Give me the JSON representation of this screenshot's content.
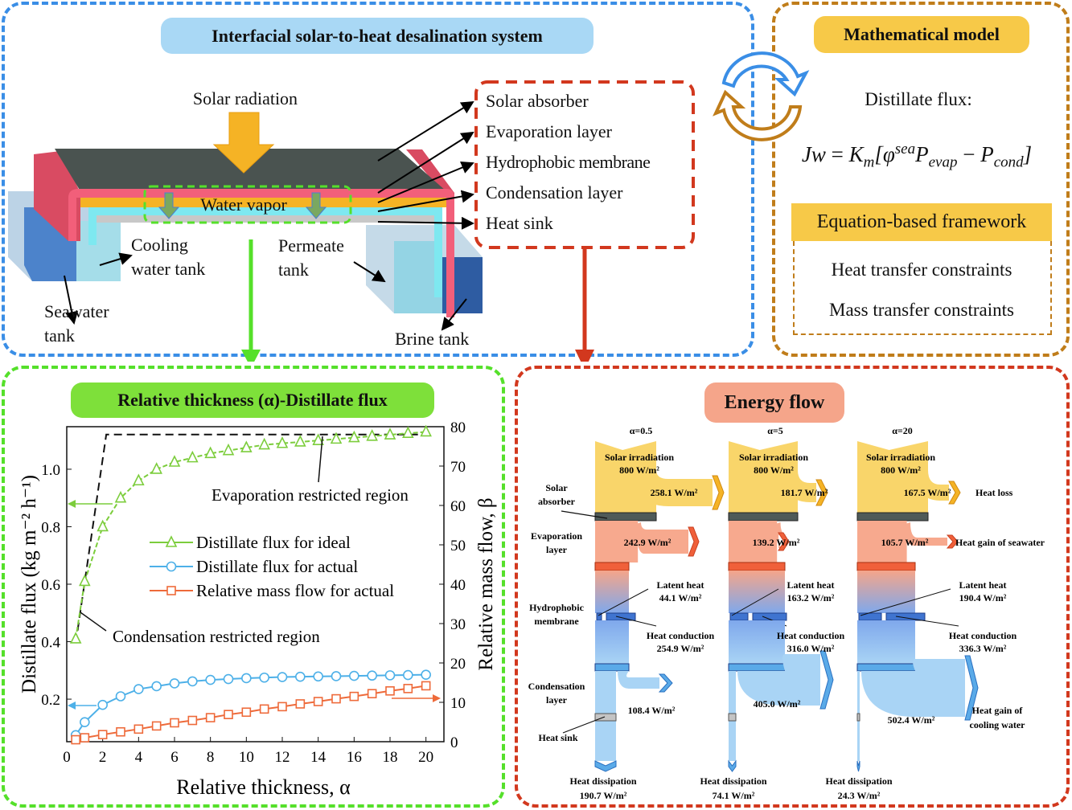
{
  "system": {
    "title": "Interfacial solar-to-heat desalination system",
    "solar_radiation": "Solar radiation",
    "water_vapor": "Water vapor",
    "cooling_tank": [
      "Cooling",
      "water tank"
    ],
    "seawater_tank": [
      "Seawater",
      "tank"
    ],
    "permeate_tank": [
      "Permeate",
      "tank"
    ],
    "brine_tank": "Brine tank",
    "layers": [
      "Solar absorber",
      "Evaporation layer",
      "Hydrophobic membrane",
      "Condensation layer",
      "Heat sink"
    ]
  },
  "model": {
    "title": "Mathematical model",
    "flux_label": "Distillate flux:",
    "equation": {
      "lhs": "Jw",
      "eq": "=",
      "K": "K",
      "K_sub": "m",
      "phi": "[φ",
      "phi_sup": "sea",
      "P1": "P",
      "P1_sub": "evap",
      "minus": "−",
      "P2": "P",
      "P2_sub": "cond",
      "close": "]"
    },
    "framework_title": "Equation-based framework",
    "constraints": [
      "Heat transfer constraints",
      "Mass transfer constraints"
    ]
  },
  "chart_panel": {
    "title": "Relative thickness (α)-Distillate flux"
  },
  "chart_data": {
    "type": "line",
    "xlabel": "Relative thickness, α",
    "ylabel": "Distillate flux (kg m⁻² h⁻¹)",
    "y2label": "Relative mass flow, β",
    "xlim": [
      0,
      21
    ],
    "ylim": [
      0.052,
      1.148
    ],
    "y2lim": [
      0,
      80
    ],
    "xticks": [
      "0",
      "2",
      "4",
      "6",
      "8",
      "10",
      "12",
      "14",
      "16",
      "18",
      "20"
    ],
    "yticks": [
      "0.2",
      "0.4",
      "0.6",
      "0.8",
      "1.0"
    ],
    "y2ticks": [
      "0",
      "10",
      "20",
      "30",
      "40",
      "50",
      "60",
      "70",
      "80"
    ],
    "x": [
      0.5,
      1,
      2,
      3,
      4,
      5,
      6,
      7,
      8,
      9,
      10,
      11,
      12,
      13,
      14,
      15,
      16,
      17,
      18,
      19,
      20
    ],
    "series": [
      {
        "name": "Distillate flux for ideal",
        "axis": "left",
        "marker": "triangle",
        "color": "#7ccd3c",
        "values": [
          0.41,
          0.61,
          0.8,
          0.9,
          0.96,
          1.0,
          1.025,
          1.04,
          1.055,
          1.065,
          1.075,
          1.085,
          1.09,
          1.095,
          1.1,
          1.105,
          1.11,
          1.115,
          1.12,
          1.125,
          1.13
        ]
      },
      {
        "name": "Distillate flux for actual",
        "axis": "left",
        "marker": "circle",
        "color": "#4db0e8",
        "values": [
          0.075,
          0.12,
          0.18,
          0.21,
          0.235,
          0.245,
          0.255,
          0.262,
          0.267,
          0.27,
          0.273,
          0.275,
          0.277,
          0.278,
          0.279,
          0.28,
          0.281,
          0.282,
          0.283,
          0.284,
          0.285
        ]
      },
      {
        "name": "Relative mass flow for actual",
        "axis": "right",
        "marker": "square",
        "color": "#ee6a3a",
        "values": [
          0.5,
          1,
          1.8,
          2.5,
          3.2,
          4,
          4.8,
          5.4,
          6.1,
          6.9,
          7.5,
          8.3,
          8.9,
          9.6,
          10.2,
          10.9,
          11.5,
          12.2,
          12.9,
          13.5,
          14.2
        ]
      }
    ],
    "boundary": {
      "axis": "right",
      "x": [
        0.5,
        2.2,
        20
      ],
      "values": [
        25,
        78,
        78
      ]
    },
    "annotations": [
      "Evaporation restricted region",
      "Condensation restricted region"
    ],
    "legend": "center"
  },
  "energy": {
    "title": "Energy flow",
    "left_labels": {
      "absorber": [
        "Solar",
        "absorber"
      ],
      "evap": [
        "Evaporation",
        "layer"
      ],
      "membrane": [
        "Hydrophobic",
        "membrane"
      ],
      "cond": [
        "Condensation",
        "layer"
      ],
      "sink": "Heat sink"
    },
    "right_labels": {
      "loss": "Heat loss",
      "seawater": "Heat gain of seawater",
      "cooling": [
        "Heat gain of",
        "cooling water"
      ]
    },
    "solar_label": "Solar irradiation",
    "latent_label": "Latent heat",
    "conduction_label": "Heat conduction",
    "dissipation_label": "Heat dissipation",
    "columns": [
      {
        "alpha": "α=0.5",
        "solar": "800 W/m²",
        "loss": "258.1 W/m²",
        "seawater": "242.9 W/m²",
        "latent": "44.1 W/m²",
        "conduction": "254.9 W/m²",
        "cooling": "108.4 W/m²",
        "dissipation": "190.7 W/m²"
      },
      {
        "alpha": "α=5",
        "solar": "800 W/m²",
        "loss": "181.7 W/m²",
        "seawater": "139.2 W/m²",
        "latent": "163.2 W/m²",
        "conduction": "316.0 W/m²",
        "cooling": "405.0 W/m²",
        "dissipation": "74.1 W/m²"
      },
      {
        "alpha": "α=20",
        "solar": "800 W/m²",
        "loss": "167.5 W/m²",
        "seawater": "105.7 W/m²",
        "latent": "190.4 W/m²",
        "conduction": "336.3 W/m²",
        "cooling": "502.4 W/m²",
        "dissipation": "24.3 W/m²"
      }
    ]
  },
  "colors": {
    "blue": "#3a8ee6",
    "brown": "#c07d1a",
    "green": "#55e02a",
    "red": "#d2381e",
    "yellow": "#f7c948"
  }
}
